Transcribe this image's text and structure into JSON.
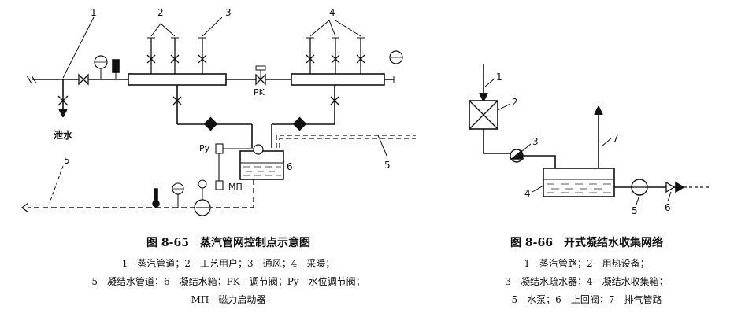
{
  "figure_865": {
    "callouts": {
      "n1": "1",
      "n2": "2",
      "n3": "3",
      "n4": "4",
      "n5": "5",
      "n6": "6",
      "n5b": "5"
    },
    "labels": {
      "drain": "泄水",
      "pk": "PK",
      "py": "Py",
      "mp": "MП"
    },
    "caption": {
      "title": "图 8-65　蒸汽管网控制点示意图",
      "lines": [
        "1—蒸汽管道；2—工艺用户；3—通风；4—采暖；",
        "5—凝结水管道；6—凝结水箱；PK—调节阀；Py—水位调节阀；",
        "MП—磁力启动器"
      ]
    }
  },
  "figure_866": {
    "callouts": {
      "n1": "1",
      "n2": "2",
      "n3": "3",
      "n4": "4",
      "n5": "5",
      "n6": "6",
      "n7": "7"
    },
    "caption": {
      "title": "图 8-66　开式凝结水收集网络",
      "lines": [
        "1—蒸汽管路；2—用热设备；",
        "3—凝结水疏水器；4—凝结水收集箱；",
        "5—水泵；6—止回阀；7—排气管路"
      ]
    }
  }
}
